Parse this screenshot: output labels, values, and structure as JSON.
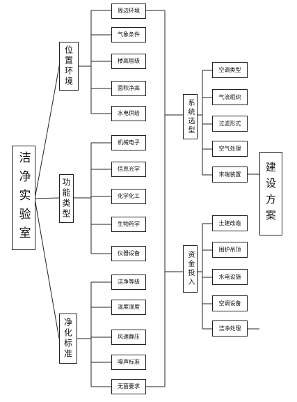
{
  "root": {
    "label": "洁净实验室"
  },
  "categories": [
    {
      "label": "位置环境",
      "items": [
        "周边环境",
        "气象条件",
        "楼高层级",
        "面积净高",
        "水电供给"
      ]
    },
    {
      "label": "功能类型",
      "items": [
        "机械电子",
        "信息光学",
        "化学化工",
        "生物药学",
        "仪器设备"
      ]
    },
    {
      "label": "净化标准",
      "items": [
        "洁净等级",
        "温度湿度",
        "风速静压",
        "噪声标准",
        "无菌要求"
      ]
    }
  ],
  "middle": [
    {
      "label": "系统选型",
      "items": [
        "空调类型",
        "气流组织",
        "过滤形式",
        "空气处理",
        "末端装置"
      ]
    },
    {
      "label": "资金投入",
      "items": [
        "土建改造",
        "围护吊顶",
        "水电设施",
        "空调设备",
        "洁净处理"
      ]
    }
  ],
  "result": {
    "label": "建设方案"
  }
}
